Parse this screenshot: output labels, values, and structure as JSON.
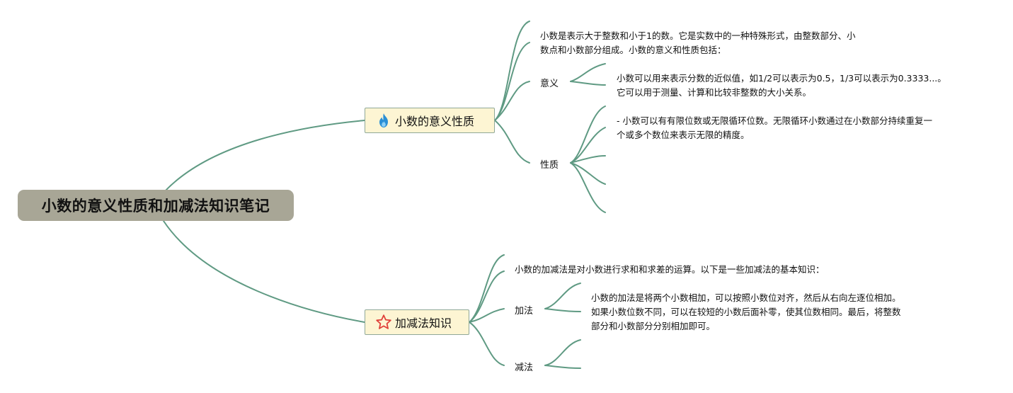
{
  "root": {
    "title": "小数的意义性质和加减法知识笔记"
  },
  "branches": [
    {
      "title": "小数的意义性质",
      "icon": "fire-icon",
      "intro": [
        "小数是表示大于整数和小于1的数。它是实数中的一种特殊形式，由整数部分、小",
        "数点和小数部分组成。小数的意义和性质包括："
      ],
      "children": [
        {
          "label": "意义",
          "text": [
            "小数可以用来表示分数的近似值，如1/2可以表示为0.5，1/3可以表示为0.3333...。",
            "它可以用于测量、计算和比较非整数的大小关系。"
          ]
        },
        {
          "label": "性质",
          "text": [
            "- 小数可以有有限位数或无限循环位数。无限循环小数通过在小数部分持续重复一",
            "个或多个数位来表示无限的精度。"
          ]
        }
      ]
    },
    {
      "title": "加减法知识",
      "icon": "star-icon",
      "intro": [
        "小数的加减法是对小数进行求和和求差的运算。以下是一些加减法的基本知识："
      ],
      "children": [
        {
          "label": "加法",
          "text": [
            "小数的加法是将两个小数相加，可以按照小数位对齐，然后从右向左逐位相加。",
            "如果小数位数不同，可以在较短的小数后面补零，使其位数相同。最后，将整数",
            "部分和小数部分分别相加即可。"
          ]
        },
        {
          "label": "减法",
          "text": []
        }
      ]
    }
  ],
  "colors": {
    "connector": "#5f9a83",
    "root_fill": "#a8a696",
    "topic_fill": "#fdf5d3",
    "topic_border": "#8fa898",
    "fire": "#2a8fd6",
    "star": "#e0413a"
  }
}
